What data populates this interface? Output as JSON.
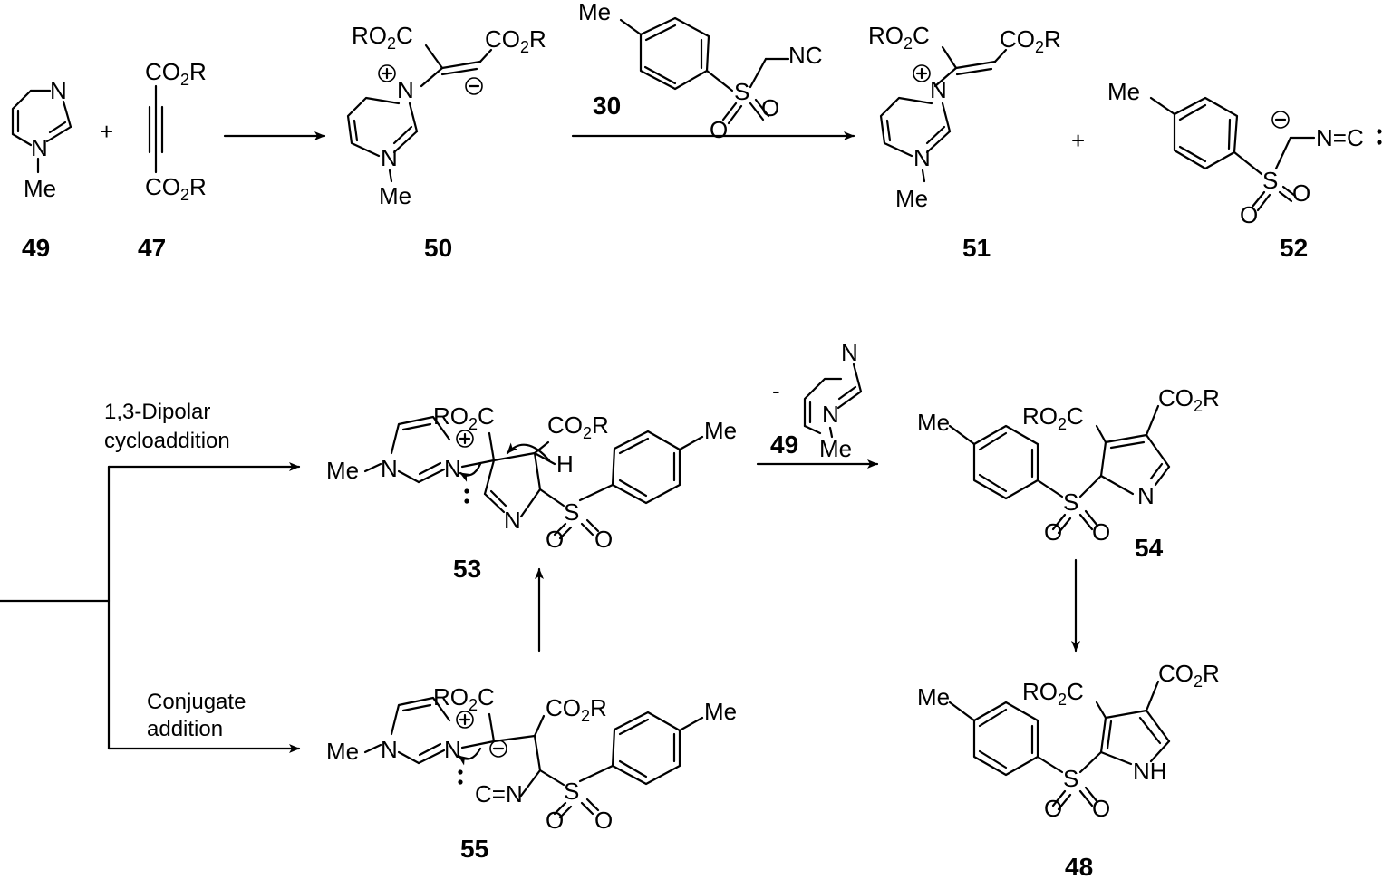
{
  "scheme": {
    "compounds": {
      "c49": {
        "number": "49",
        "atoms": {
          "n1": "N",
          "n3": "N",
          "me": "Me"
        }
      },
      "c47": {
        "number": "47",
        "groups": {
          "top": "CO2R",
          "bottom": "CO2R"
        },
        "plus": "+"
      },
      "c50": {
        "number": "50",
        "groups": {
          "ester_left": "RO2C",
          "ester_right": "CO2R"
        },
        "atoms": {
          "n_plus": "N",
          "n": "N",
          "me": "Me"
        }
      },
      "c30": {
        "number": "30",
        "groups": {
          "me": "Me",
          "nc": "NC",
          "s": "S",
          "o1": "O",
          "o2": "O"
        }
      },
      "c51": {
        "number": "51",
        "groups": {
          "ester_left": "RO2C",
          "ester_right": "CO2R"
        },
        "atoms": {
          "n_plus": "N",
          "n": "N",
          "me": "Me"
        }
      },
      "c52": {
        "number": "52",
        "groups": {
          "me": "Me",
          "isocyanide": "N=C",
          "s": "S",
          "o1": "O",
          "o2": "O"
        },
        "plus": "+"
      },
      "c53": {
        "number": "53",
        "groups": {
          "ester_left": "RO2C",
          "ester_right": "CO2R",
          "h": "H",
          "me_n": "Me",
          "me_ar": "Me",
          "n_ring": "N",
          "n_im": "N",
          "n_plus": "N",
          "s": "S",
          "o1": "O",
          "o2": "O"
        }
      },
      "c54": {
        "number": "54",
        "groups": {
          "ester_left": "RO2C",
          "ester_right": "CO2R",
          "me": "Me",
          "n": "N",
          "s": "S",
          "o1": "O",
          "o2": "O"
        }
      },
      "c55": {
        "number": "55",
        "groups": {
          "ester_left": "RO2C",
          "ester_right": "CO2R",
          "me_n": "Me",
          "me_ar": "Me",
          "n_im": "N",
          "n_plus": "N",
          "c_eq_n": "C=N",
          "s": "S",
          "o1": "O",
          "o2": "O"
        }
      },
      "c48": {
        "number": "48",
        "groups": {
          "ester_left": "RO2C",
          "ester_right": "CO2R",
          "me": "Me",
          "nh": "NH",
          "s": "S",
          "o1": "O",
          "o2": "O"
        }
      }
    },
    "conditions": {
      "dipolar": {
        "line1": "1,3-Dipolar",
        "line2": "cycloaddition"
      },
      "conjugate": {
        "line1": "Conjugate",
        "line2": "addition"
      },
      "elimination": {
        "minus": "-",
        "reagent": "49"
      }
    }
  }
}
